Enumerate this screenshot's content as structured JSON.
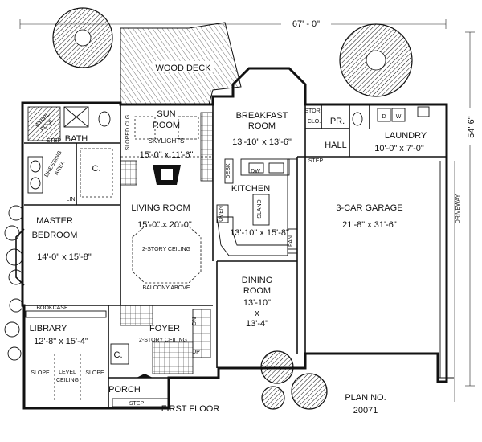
{
  "dimensions": {
    "width": "67' - 0\"",
    "depth": "54' 6\""
  },
  "rooms": {
    "wood_deck": "WOOD DECK",
    "sun_room": {
      "name": "SUN",
      "name2": "ROOM",
      "skylights": "SKYLIGHTS",
      "size": "15'-0\" x 11'-6\""
    },
    "sloped_clg": "SLOPED CLG",
    "breakfast": {
      "name": "BREAKFAST",
      "name2": "ROOM",
      "size": "13'-10\" x 13'-6\""
    },
    "stor": "STOR.",
    "clo": "CLO.",
    "pr": "PR.",
    "d": "D",
    "w": "W",
    "laundry": {
      "name": "LAUNDRY",
      "size": "10'-0\" x 7'-0\""
    },
    "hall": "HALL",
    "step_laundry": "STEP",
    "whirlpool": {
      "line1": "WHIRL-",
      "line2": "POOL"
    },
    "step_bath": "STEP",
    "bath": "BATH",
    "dressing": {
      "line1": "DRESSING",
      "line2": "AREA"
    },
    "closet_c1": "C.",
    "lin": "LIN",
    "living": {
      "name": "LIVING ROOM",
      "size": "15'-0\" x 20'-0\"",
      "ceiling": "2-STORY CEILING",
      "balcony": "BALCONY ABOVE"
    },
    "desk": "DESK",
    "kitchen": {
      "name": "KITCHEN",
      "dw": "DW",
      "island": "ISLAND",
      "oven": "OVEN",
      "pan": "PAN",
      "size": "13'-10\" x 15'-8\""
    },
    "garage": {
      "name": "3-CAR GARAGE",
      "size": "21'-8\" x 31'-6\""
    },
    "driveway": "DRIVEWAY",
    "master": {
      "name": "MASTER",
      "name2": "BEDROOM",
      "size": "14'-0\" x 15'-8\""
    },
    "dining": {
      "name": "DINING",
      "name2": "ROOM",
      "size1": "13'-10\"",
      "size_x": "x",
      "size2": "13'-4\""
    },
    "bookcase": "BOOKCASE",
    "library": {
      "name": "LIBRARY",
      "size": "12'-8\" x 15'-4\"",
      "slope_l": "SLOPE",
      "level1": "LEVEL",
      "level2": "CEILING",
      "slope_r": "SLOPE"
    },
    "foyer": {
      "name": "FOYER",
      "ceiling": "2-STORY CEILING"
    },
    "dn": "DN",
    "up": "UP",
    "closet_c2": "C.",
    "porch": "PORCH",
    "step_porch": "STEP"
  },
  "footer": {
    "floor": "FIRST FLOOR",
    "plan_label": "PLAN NO.",
    "plan_number": "20071"
  }
}
